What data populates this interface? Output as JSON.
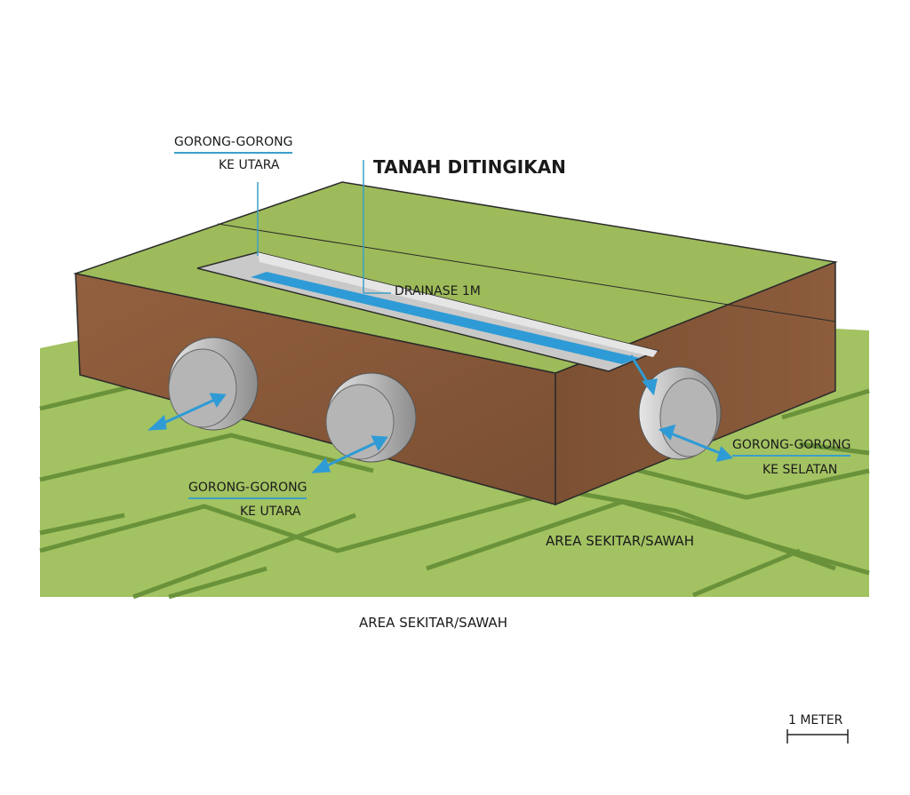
{
  "title": "TANAH DITINGIKAN",
  "labels": {
    "culvert_north_top": {
      "line1": "GORONG-GORONG",
      "line2": "KE UTARA"
    },
    "drainage": "DRAINASE 1M",
    "culvert_north_front": {
      "line1": "GORONG-GORONG",
      "line2": "KE UTARA"
    },
    "culvert_south": {
      "line1": "GORONG-GORONG",
      "line2": "KE SELATAN"
    },
    "area_inside": "AREA SEKITAR/SAWAH",
    "area_below": "AREA SEKITAR/SAWAH",
    "scale": "1 METER"
  },
  "colors": {
    "grass": "#9dbb5a",
    "soil": "#8a5a3a",
    "water": "#2f9bd6",
    "accent": "#3aa0c8"
  }
}
